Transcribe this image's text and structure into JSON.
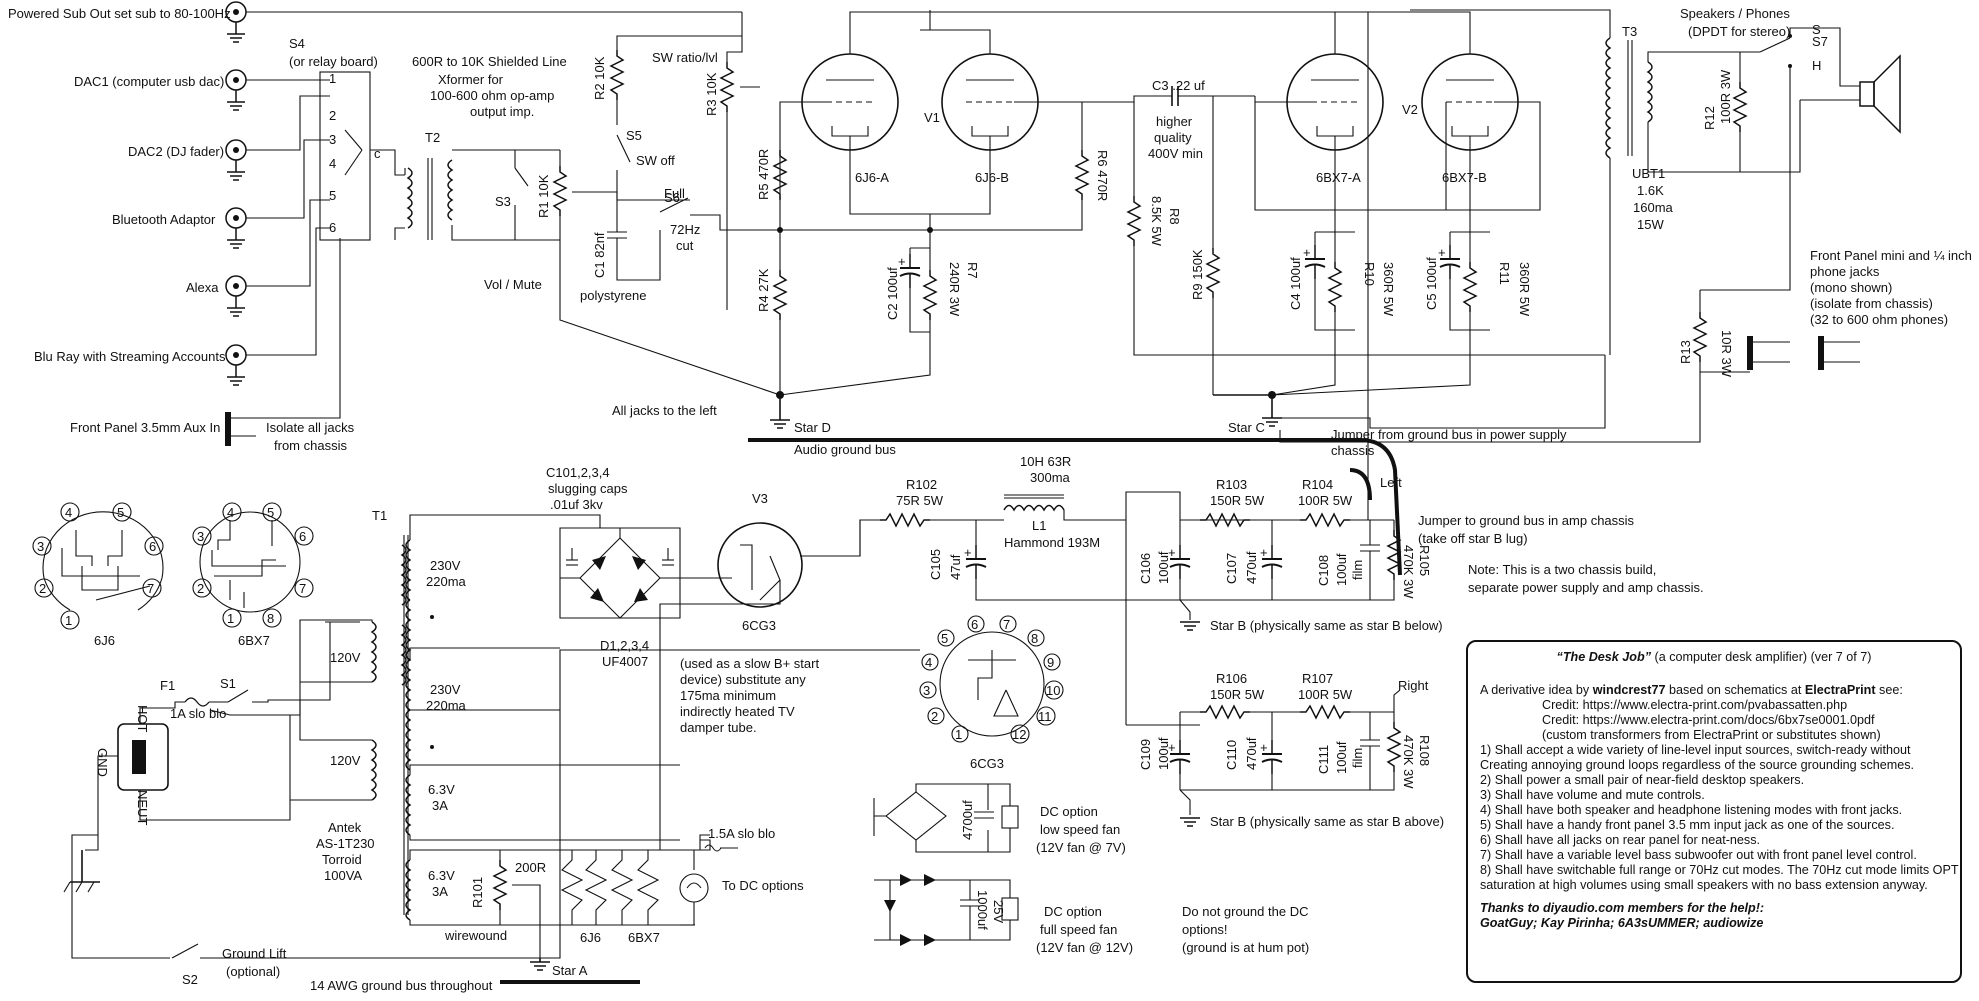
{
  "inputs": {
    "sub_out": "Powered Sub Out set sub to 80-100Hz",
    "dac1": "DAC1 (computer usb dac)",
    "dac2": "DAC2 (DJ fader)",
    "bluetooth": "Bluetooth Adaptor",
    "alexa": "Alexa",
    "bluray": "Blu Ray with Streaming Accounts",
    "front_aux": "Front Panel 3.5mm Aux In",
    "isolate1": "Isolate all jacks",
    "isolate2": "from chassis"
  },
  "switches": {
    "s4": "S4",
    "s4_sub": "(or relay board)",
    "s3": "S3",
    "s5": "S5",
    "s5_state": "SW off",
    "s6": "S6",
    "s6_full": "Full",
    "s6_cut1": "72Hz",
    "s6_cut2": "cut",
    "s7": "S7",
    "s7_s": "S",
    "s7_h": "H",
    "s1": "S1",
    "s2": "S2",
    "ground_lift1": "Ground Lift",
    "ground_lift2": "(optional)",
    "c_label": "c",
    "pins": [
      "1",
      "2",
      "3",
      "4",
      "5",
      "6"
    ]
  },
  "input_stage": {
    "t2": "T2",
    "xformer1": "600R to 10K Shielded Line",
    "xformer2": "Xformer for",
    "xformer3": "100-600 ohm op-amp",
    "xformer4": "output imp.",
    "r1": "R1 10K",
    "vol_mute": "Vol / Mute",
    "r2": "R2 10K",
    "r3": "R3 10K",
    "sw_ratio": "SW ratio/lvl",
    "c1": "C1 82nf",
    "polystyrene": "polystyrene"
  },
  "driver": {
    "v1": "V1",
    "v1a": "6J6-A",
    "v1b": "6J6-B",
    "r5": "R5 470R",
    "r6": "R6 470R",
    "r4": "R4 27K",
    "c2": "C2 100uf",
    "r7": "R7",
    "r7_val": "240R 3W",
    "all_jacks": "All jacks to the left",
    "star_d": "Star D",
    "audio_bus": "Audio ground bus"
  },
  "output": {
    "c3": "C3 .22 uf",
    "c3_note1": "higher",
    "c3_note2": "quality",
    "c3_note3": "400V min",
    "r8": "R8",
    "r8_val": "8.5K 5W",
    "r9": "R9 150K",
    "v2": "V2",
    "v2a": "6BX7-A",
    "v2b": "6BX7-B",
    "c4": "C4 100uf",
    "r10": "R10",
    "r10_val": "360R 5W",
    "c5": "C5 100uf",
    "r11": "R11",
    "r11_val": "360R 5W",
    "t3": "T3",
    "ubt1": "UBT1",
    "ubt_imp": "1.6K",
    "ubt_ma": "160ma",
    "ubt_w": "15W",
    "speakers1": "Speakers / Phones",
    "speakers2": "(DPDT for stereo)",
    "r12": "R12",
    "r12_val": "100R 3W",
    "front_jacks1": "Front Panel mini and ¼ inch",
    "front_jacks2": "phone jacks",
    "front_jacks3": "(mono shown)",
    "front_jacks4": "(isolate from chassis)",
    "front_jacks5": "(32 to 600 ohm phones)",
    "r13": "R13",
    "r13_val": "10R 3W",
    "star_c": "Star C",
    "jumper_ps1": "Jumper from ground bus in power supply",
    "jumper_ps2": "chassis",
    "left": "Left",
    "jumper_amp1": "Jumper to ground bus in amp chassis",
    "jumper_amp2": "(take off star B lug)",
    "note1": "Note: This is a two chassis build,",
    "note2": "separate power supply and amp chassis."
  },
  "power": {
    "t1": "T1",
    "sec1_v": "230V",
    "sec1_ma": "220ma",
    "sec2_v": "230V",
    "sec2_ma": "220ma",
    "sec3_v": "6.3V",
    "sec3_a": "3A",
    "sec4_v": "6.3V",
    "sec4_a": "3A",
    "pri1": "120V",
    "pri2": "120V",
    "antek1": "Antek",
    "antek2": "AS-1T230",
    "antek3": "Torroid",
    "antek4": "100VA",
    "f1": "F1",
    "fuse1": "1A slo blo",
    "fuse2": "1.5A slo blo",
    "caps1": "C101,2,3,4",
    "caps2": "slugging caps",
    "caps3": ".01uf 3kv",
    "diodes1": "D1,2,3,4",
    "diodes2": "UF4007",
    "v3": "V3",
    "v3_type": "6CG3",
    "damper1": "(used as a slow B+ start",
    "damper2": "device) substitute any",
    "damper3": "175ma minimum",
    "damper4": "indirectly heated TV",
    "damper5": "damper tube.",
    "r101": "R101",
    "r101_val": "200R",
    "wirewound": "wirewound",
    "heater_6j6": "6J6",
    "heater_6bx7": "6BX7",
    "to_dc": "To DC options",
    "star_a": "Star A",
    "ground_bus": "14 AWG ground bus throughout",
    "l_hot": "HOT",
    "l_gnd": "GND",
    "l_neu": "NEUT"
  },
  "filter": {
    "r102": "R102",
    "r102_val": "75R 5W",
    "l1_spec1": "10H 63R",
    "l1_spec2": "300ma",
    "l1": "L1",
    "l1_model": "Hammond 193M",
    "c105": "C105",
    "c105_val": "47uf",
    "c106": "C106",
    "c106_val": "100uf",
    "c107": "C107",
    "c107_val": "470uf",
    "c108": "C108",
    "c108_val": "100uf",
    "c108_type": "film",
    "r103": "R103",
    "r103_val": "150R 5W",
    "r104": "R104",
    "r104_val": "100R 5W",
    "r105": "R105",
    "r105_val": "470K 3W",
    "star_b1": "Star B (physically same as star B below)",
    "r106": "R106",
    "r106_val": "150R 5W",
    "r107": "R107",
    "r107_val": "100R 5W",
    "right": "Right",
    "c109": "C109",
    "c109_val": "100uf",
    "c110": "C110",
    "c110_val": "470uf",
    "c111": "C111",
    "c111_val": "100uf",
    "c111_type": "film",
    "r108": "R108",
    "r108_val": "470K 3W",
    "star_b2": "Star B (physically same as star B above)"
  },
  "dc_options": {
    "opt1_a": "DC  option",
    "opt1_b": "low speed fan",
    "opt1_c": "(12V fan @ 7V)",
    "opt1_cap": "4700uf",
    "opt2_a": "DC option",
    "opt2_b": "full speed fan",
    "opt2_c": "(12V fan @ 12V)",
    "opt2_cap1": "1000uf",
    "opt2_cap2": "25V",
    "dc_ground1": "Do not ground the DC",
    "dc_ground2": "options!",
    "dc_ground3": "(ground is at hum pot)"
  },
  "pinouts": {
    "t_6j6": "6J6",
    "t_6bx7": "6BX7",
    "t_6cg3": "6CG3",
    "p_6j6": [
      "1",
      "2",
      "3",
      "4",
      "5",
      "6",
      "7"
    ],
    "p_6bx7": [
      "1",
      "2",
      "3",
      "4",
      "5",
      "6",
      "7",
      "8"
    ],
    "p_6cg3": [
      "1",
      "2",
      "3",
      "4",
      "5",
      "6",
      "7",
      "8",
      "9",
      "10",
      "11",
      "12"
    ]
  },
  "notes": {
    "title_bold": "“The Desk Job”",
    "title_rest": " (a computer desk amplifier) (ver 7 of 7)",
    "intro_a": "A derivative idea by ",
    "intro_author": "windcrest77",
    "intro_b": " based on schematics at ",
    "intro_site": "ElectraPrint",
    "intro_c": " see:",
    "credit1": "Credit: https://www.electra-print.com/pvabassatten.php",
    "credit2": "Credit: https://www.electra-print.com/docs/6bx7se0001.0pdf",
    "credit3": "(custom transformers from ElectraPrint or substitutes shown)",
    "items": [
      "1) Shall accept a wide variety of line-level input sources, switch-ready without",
      "Creating annoying ground loops regardless of the source grounding schemes.",
      "2) Shall power a small pair of near-field desktop speakers.",
      "3) Shall have volume and mute controls.",
      "4) Shall have both speaker and headphone listening modes with front jacks.",
      "5) Shall have a handy front panel 3.5 mm input jack as one of the sources.",
      "6) Shall have all jacks on rear panel for neat-ness.",
      "7) Shall have a variable level bass subwoofer out with front panel level control.",
      "8) Shall have switchable full range or 70Hz cut modes. The 70Hz cut mode limits OPT",
      "saturation at high volumes using small speakers with no bass extension anyway."
    ],
    "thanks1": "Thanks to diyaudio.com members for the help!:",
    "thanks2": "GoatGuy; Kay Pirinha; 6A3sUMMER; audiowize"
  }
}
